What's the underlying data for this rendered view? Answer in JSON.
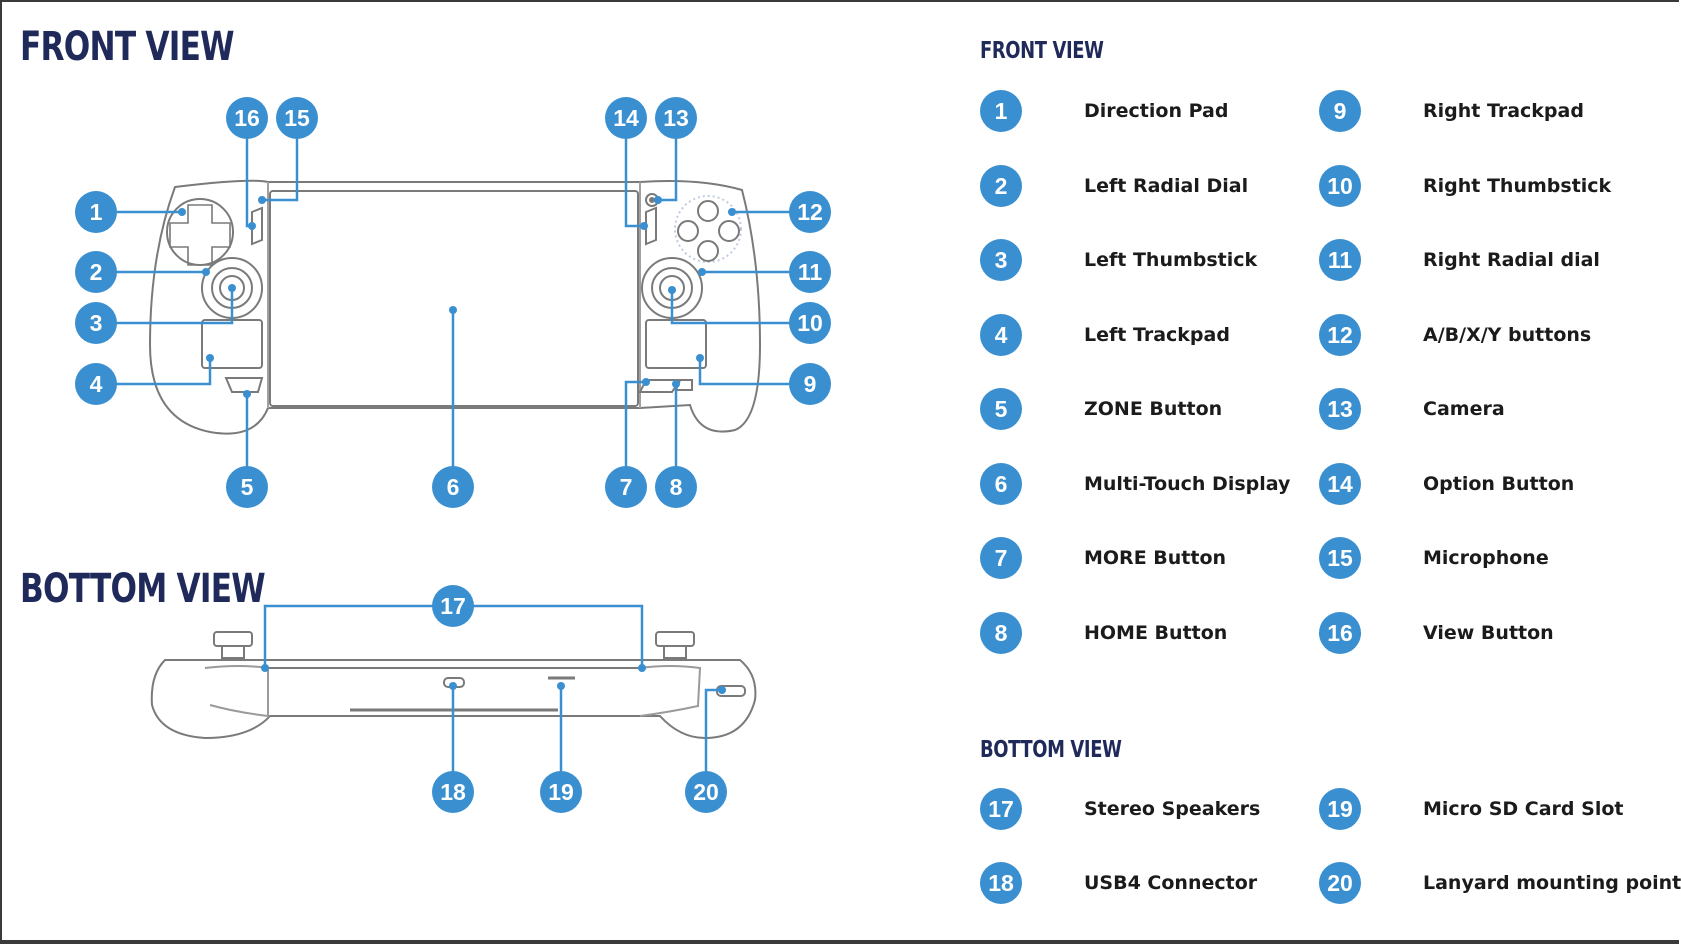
{
  "front_view": {
    "title": "FRONT VIEW",
    "callouts": [
      "1",
      "2",
      "3",
      "4",
      "5",
      "6",
      "7",
      "8",
      "9",
      "10",
      "11",
      "12",
      "13",
      "14",
      "15",
      "16"
    ]
  },
  "bottom_view": {
    "title": "BOTTOM VIEW",
    "callouts": [
      "17",
      "18",
      "19",
      "20"
    ]
  },
  "legend": {
    "front_title": "FRONT VIEW",
    "bottom_title": "BOTTOM VIEW",
    "front_items": [
      {
        "num": "1",
        "label": "Direction Pad"
      },
      {
        "num": "2",
        "label": "Left Radial Dial"
      },
      {
        "num": "3",
        "label": "Left Thumbstick"
      },
      {
        "num": "4",
        "label": "Left Trackpad"
      },
      {
        "num": "5",
        "label": "ZONE Button"
      },
      {
        "num": "6",
        "label": "Multi-Touch Display"
      },
      {
        "num": "7",
        "label": "MORE Button"
      },
      {
        "num": "8",
        "label": "HOME Button"
      },
      {
        "num": "9",
        "label": "Right Trackpad"
      },
      {
        "num": "10",
        "label": "Right Thumbstick"
      },
      {
        "num": "11",
        "label": "Right Radial dial"
      },
      {
        "num": "12",
        "label": "A/B/X/Y buttons"
      },
      {
        "num": "13",
        "label": "Camera"
      },
      {
        "num": "14",
        "label": "Option Button"
      },
      {
        "num": "15",
        "label": "Microphone"
      },
      {
        "num": "16",
        "label": "View Button"
      }
    ],
    "bottom_items": [
      {
        "num": "17",
        "label": "Stereo Speakers"
      },
      {
        "num": "18",
        "label": "USB4 Connector"
      },
      {
        "num": "19",
        "label": "Micro SD Card Slot"
      },
      {
        "num": "20",
        "label": "Lanyard mounting point"
      }
    ]
  },
  "colors": {
    "accent": "#3a8fd0",
    "title": "#1f2a5a",
    "outline": "#7a7a7a"
  }
}
